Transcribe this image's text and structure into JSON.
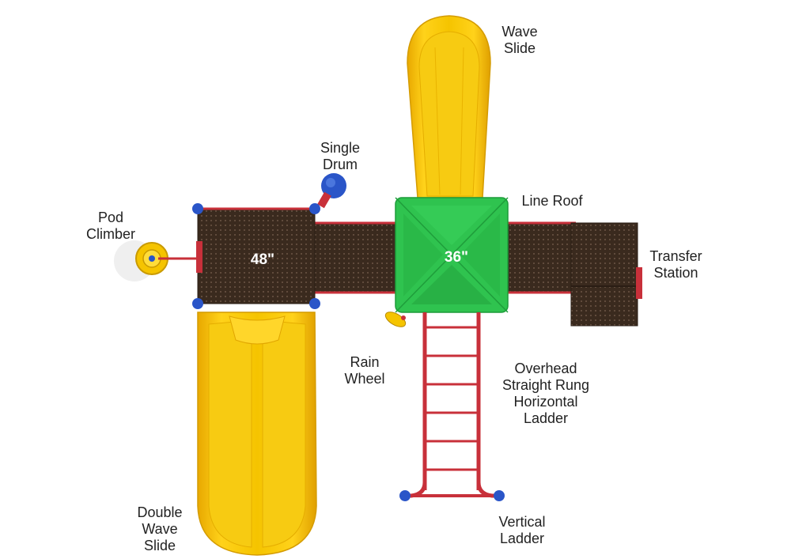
{
  "labels": {
    "wave_slide": [
      "Wave",
      "Slide"
    ],
    "single_drum": [
      "Single",
      "Drum"
    ],
    "line_roof": [
      "Line Roof"
    ],
    "pod_climber": [
      "Pod",
      "Climber"
    ],
    "transfer_station": [
      "Transfer",
      "Station"
    ],
    "rain_wheel": [
      "Rain",
      "Wheel"
    ],
    "overhead_ladder": [
      "Overhead",
      "Straight Rung",
      "Horizontal",
      "Ladder"
    ],
    "double_wave_slide": [
      "Double",
      "Wave",
      "Slide"
    ],
    "vertical_ladder": [
      "Vertical",
      "Ladder"
    ]
  },
  "deck_heights": {
    "left_deck": "48\"",
    "roof_deck": "36\""
  },
  "colors": {
    "deck": "#3a2a1e",
    "slide": "#f5c400",
    "roof": "#2fc34f",
    "frame": "#c8303a",
    "clamp": "#2a55c8"
  }
}
